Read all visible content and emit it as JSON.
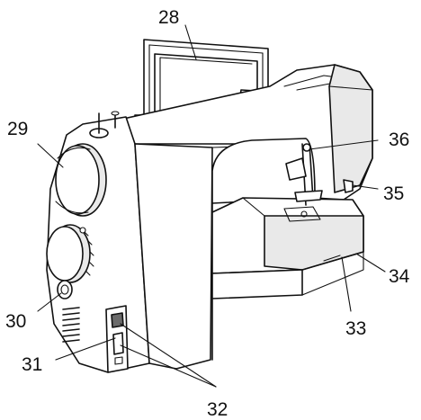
{
  "callouts": [
    {
      "id": "28",
      "label": "28"
    },
    {
      "id": "29",
      "label": "29"
    },
    {
      "id": "30",
      "label": "30"
    },
    {
      "id": "31",
      "label": "31"
    },
    {
      "id": "32",
      "label": "32"
    },
    {
      "id": "33",
      "label": "33"
    },
    {
      "id": "34",
      "label": "34"
    },
    {
      "id": "35",
      "label": "35"
    },
    {
      "id": "36",
      "label": "36"
    }
  ]
}
